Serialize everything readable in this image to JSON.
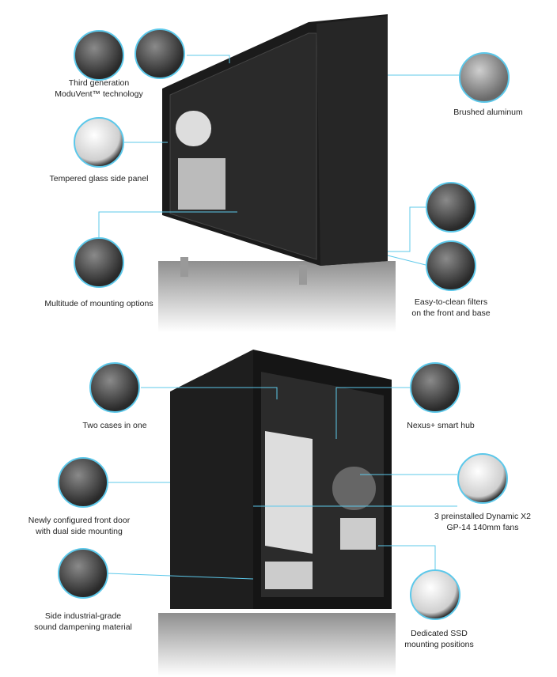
{
  "accent_color": "#5cc8ea",
  "top_features": [
    {
      "label_lines": [
        "Third generation",
        "ModuVent™ technology"
      ]
    },
    {
      "label_lines": [
        "Brushed aluminum"
      ]
    },
    {
      "label_lines": [
        "Tempered glass side panel"
      ]
    },
    {
      "label_lines": [
        "Multitude of mounting options"
      ]
    },
    {
      "label_lines": [
        "Easy-to-clean filters",
        "on the front and base"
      ]
    }
  ],
  "bottom_features": [
    {
      "label_lines": [
        "Two cases in one"
      ]
    },
    {
      "label_lines": [
        "Nexus+ smart hub"
      ]
    },
    {
      "label_lines": [
        "Newly configured front door",
        "with dual side mounting"
      ]
    },
    {
      "label_lines": [
        "3 preinstalled Dynamic X2",
        "GP-14 140mm fans"
      ]
    },
    {
      "label_lines": [
        "Side industrial-grade",
        "sound dampening material"
      ]
    },
    {
      "label_lines": [
        "Dedicated SSD",
        "mounting positions"
      ]
    }
  ]
}
